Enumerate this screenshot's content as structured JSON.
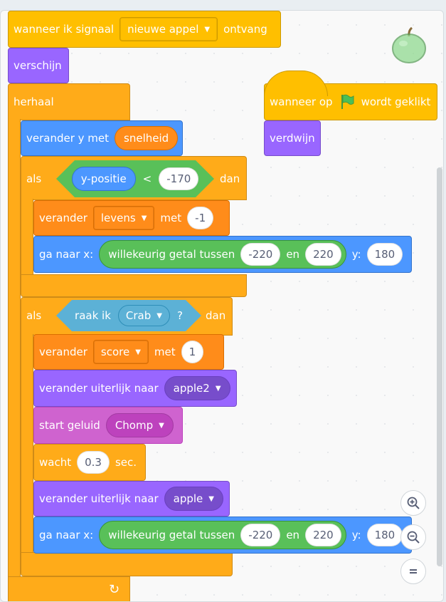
{
  "scripts": {
    "signal_hat": {
      "prefix": "wanneer ik signaal",
      "message": "nieuwe appel",
      "suffix": "ontvang"
    },
    "show": "verschijn",
    "forever": "herhaal",
    "change_y": {
      "label": "verander y met",
      "var": "snelheid"
    },
    "if1": {
      "if_label": "als",
      "then_label": "dan",
      "reporter": "y-positie",
      "operator": "<",
      "value": "-170",
      "change_var": {
        "label": "verander",
        "var": "levens",
        "by": "met",
        "value": "-1"
      },
      "goto": {
        "label": "ga naar x:",
        "random": "willekeurig getal tussen",
        "from": "-220",
        "and": "en",
        "to": "220",
        "y_label": "y:",
        "y": "180"
      }
    },
    "if2": {
      "if_label": "als",
      "then_label": "dan",
      "touching": "raak ik",
      "target": "Crab",
      "question": "?",
      "change_var": {
        "label": "verander",
        "var": "score",
        "by": "met",
        "value": "1"
      },
      "costume1": {
        "label": "verander uiterlijk naar",
        "value": "apple2"
      },
      "sound": {
        "label": "start geluid",
        "value": "Chomp"
      },
      "wait": {
        "label": "wacht",
        "value": "0.3",
        "unit": "sec."
      },
      "costume2": {
        "label": "verander uiterlijk naar",
        "value": "apple"
      },
      "goto": {
        "label": "ga naar x:",
        "random": "willekeurig getal tussen",
        "from": "-220",
        "and": "en",
        "to": "220",
        "y_label": "y:",
        "y": "180"
      }
    },
    "flag_hat": {
      "prefix": "wanneer op",
      "suffix": "wordt geklikt"
    },
    "hide": "verdwijn"
  },
  "sprite_icon": "apple-sprite-icon",
  "zoom_controls": [
    "zoom-in-icon",
    "zoom-out-icon",
    "zoom-reset-icon"
  ]
}
